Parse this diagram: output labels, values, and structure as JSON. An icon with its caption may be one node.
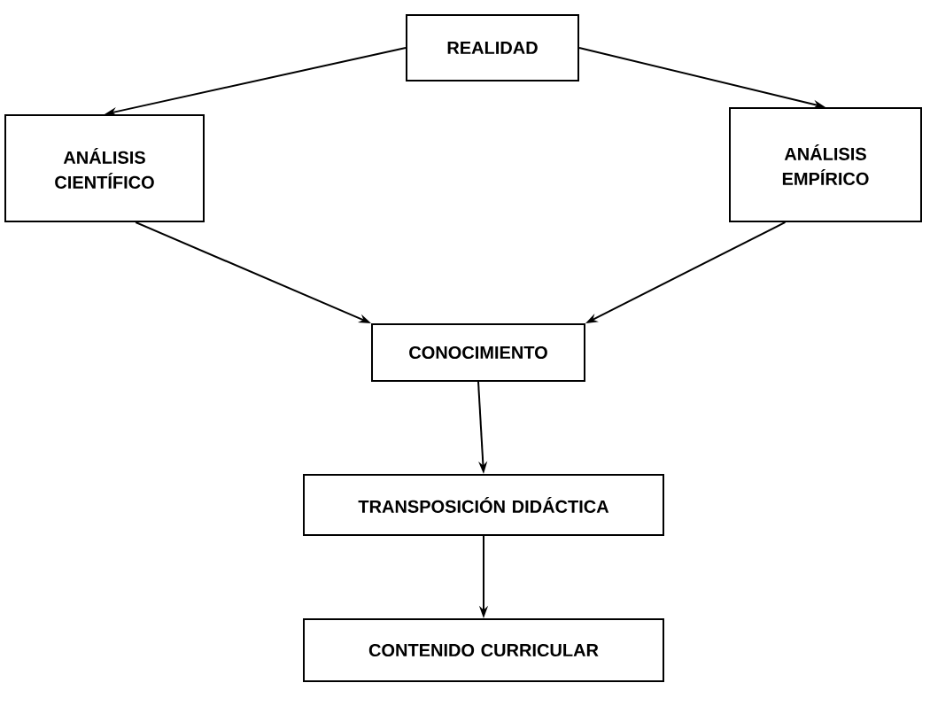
{
  "diagram": {
    "nodes": [
      {
        "text": [
          "REALIDAD"
        ]
      },
      {
        "text": [
          "ANÁLISIS CIENTÍFICO"
        ]
      },
      {
        "text": [
          "ANÁLISIS EMPÍRICO"
        ]
      },
      {
        "text": [
          "CONOCIMIENTO"
        ]
      },
      {
        "text": [
          "TRANSPOSICIÓN DIDÁCTICA"
        ]
      },
      {
        "text": [
          "CONTENIDO CURRICULAR"
        ]
      }
    ],
    "edges": [
      {
        "from": 0,
        "to": 1,
        "arrow": "to"
      },
      {
        "from": 0,
        "to": 2,
        "arrow": "to"
      },
      {
        "from": 1,
        "to": 3,
        "arrow": "to"
      },
      {
        "from": 2,
        "to": 3,
        "arrow": "to"
      },
      {
        "from": 3,
        "to": 4,
        "arrow": "to"
      },
      {
        "from": 4,
        "to": 5,
        "arrow": "to"
      }
    ]
  }
}
